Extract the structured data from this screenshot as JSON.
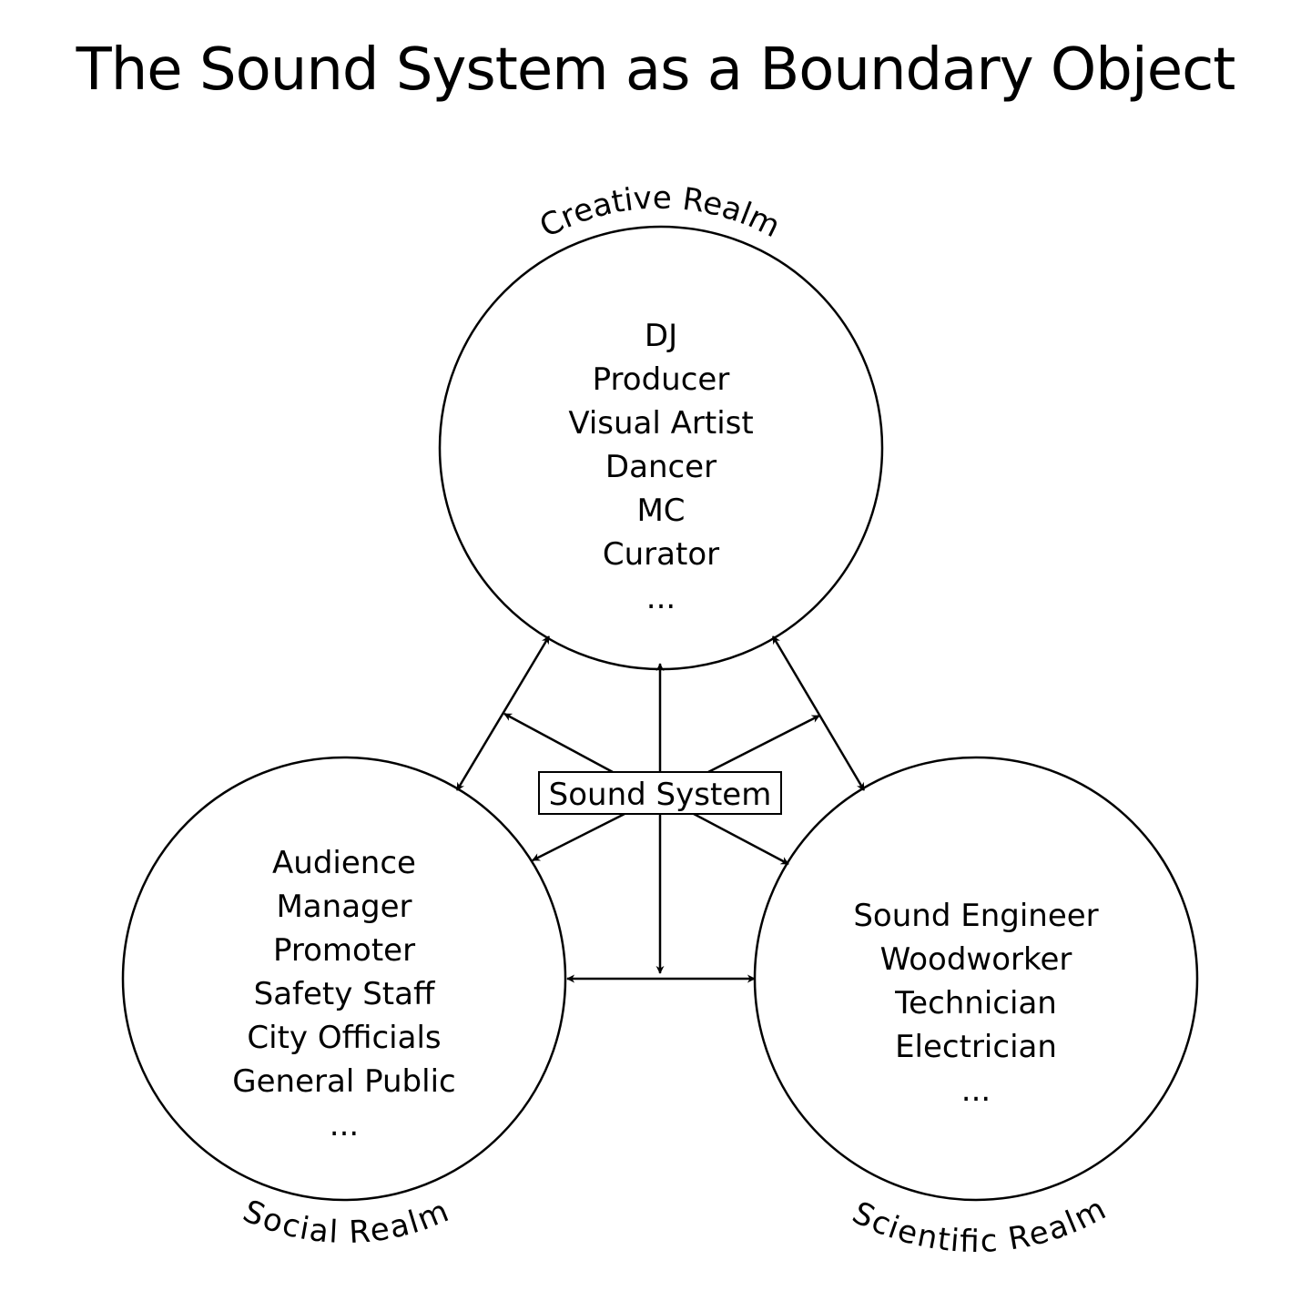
{
  "title": "The Sound System as a Boundary Object",
  "center": {
    "label": "Sound System"
  },
  "realms": {
    "creative": {
      "label": "Creative Realm",
      "items": [
        "DJ",
        "Producer",
        "Visual Artist",
        "Dancer",
        "MC",
        "Curator",
        "..."
      ]
    },
    "social": {
      "label": "Social Realm",
      "items": [
        "Audience",
        "Manager",
        "Promoter",
        "Safety Staff",
        "City Officials",
        "General Public",
        "..."
      ]
    },
    "scientific": {
      "label": "Scientific Realm",
      "items": [
        "Sound Engineer",
        "Woodworker",
        "Technician",
        "Electrician",
        "..."
      ]
    }
  },
  "colors": {
    "line": "#000000",
    "background": "#ffffff"
  }
}
